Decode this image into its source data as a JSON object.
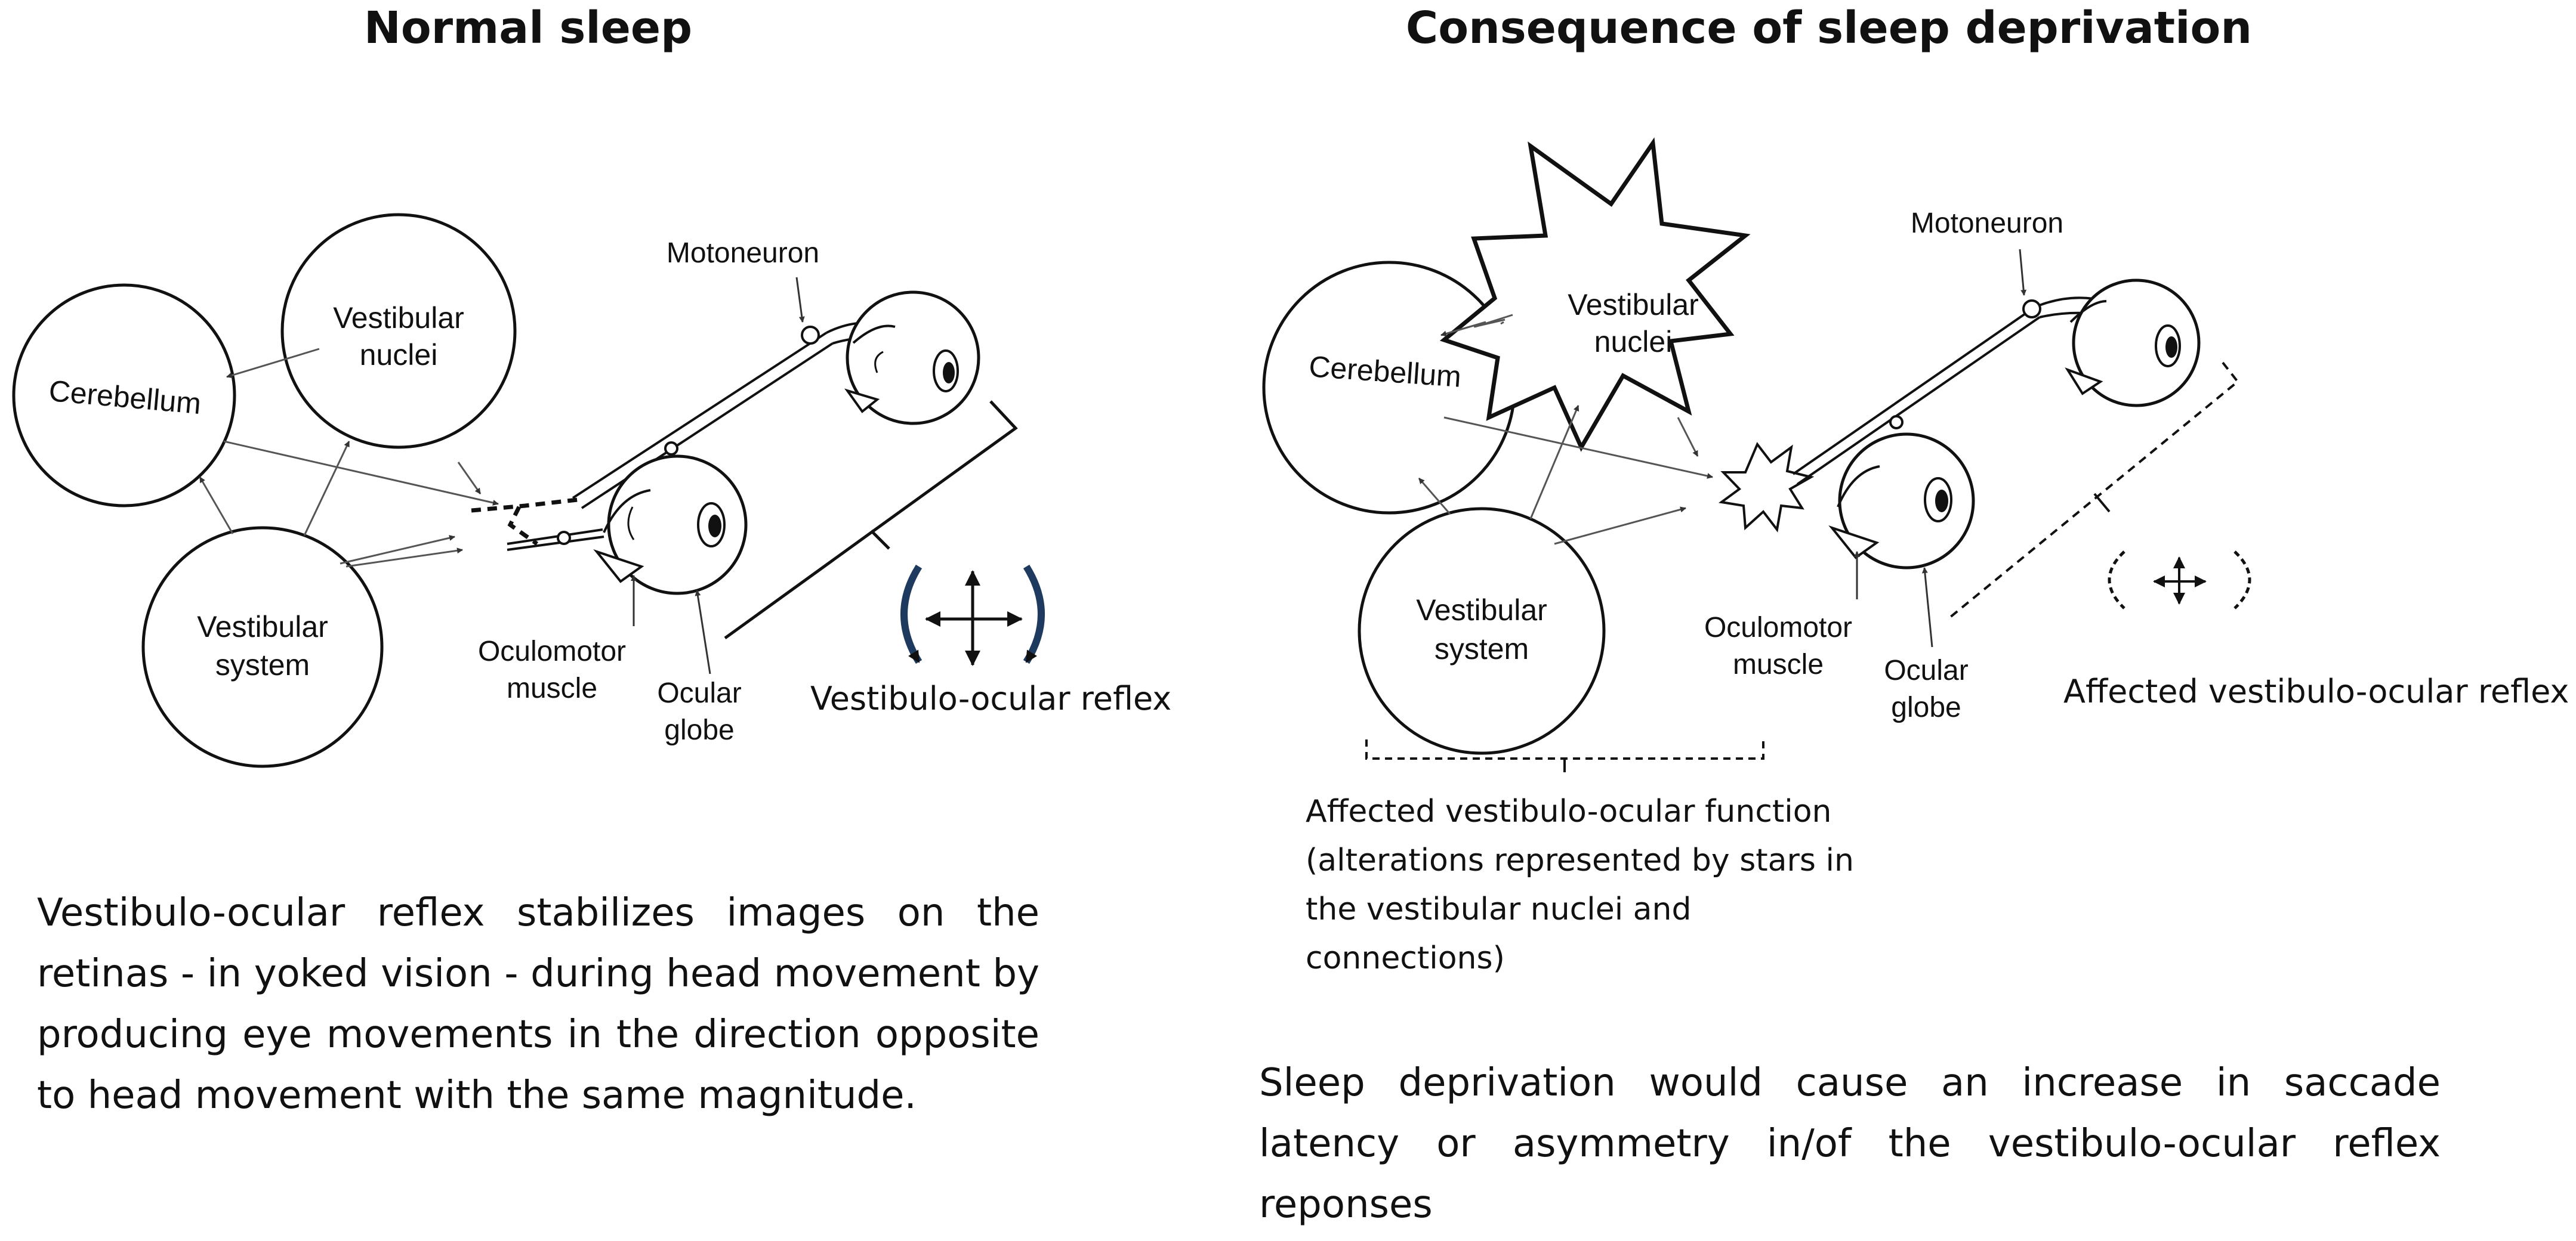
{
  "left_panel": {
    "title": "Normal sleep",
    "labels": {
      "cerebellum": "Cerebellum",
      "vestibular_nuclei_1": "Vestibular",
      "vestibular_nuclei_2": "nuclei",
      "vestibular_system_1": "Vestibular",
      "vestibular_system_2": "system",
      "motoneuron": "Motoneuron",
      "oculomotor_1": "Oculomotor",
      "oculomotor_2": "muscle",
      "ocular_1": "Ocular",
      "ocular_2": "globe",
      "reflex": "Vestibulo-ocular reflex"
    },
    "caption": "Vestibulo-ocular reflex stabilizes images on the retinas - in yoked vision - during head movement by producing eye movements in the direction opposite to head movement with the same magnitude."
  },
  "right_panel": {
    "title": "Consequence of sleep deprivation",
    "labels": {
      "cerebellum": "Cerebellum",
      "vestibular_nuclei_1": "Vestibular",
      "vestibular_nuclei_2": "nuclei",
      "vestibular_system_1": "Vestibular",
      "vestibular_system_2": "system",
      "motoneuron": "Motoneuron",
      "oculomotor_1": "Oculomotor",
      "oculomotor_2": "muscle",
      "ocular_1": "Ocular",
      "ocular_2": "globe",
      "reflex": "Affected vestibulo-ocular reflex"
    },
    "function_note": [
      "Affected vestibulo-ocular function",
      "(alterations represented by stars in",
      "the vestibular nuclei and",
      "connections)"
    ],
    "caption": "Sleep deprivation would cause an increase in saccade latency or asymmetry in/of the vestibulo-ocular reflex reponses"
  },
  "colors": {
    "ink": "#111111",
    "thin_line": "#555555",
    "background": "#ffffff"
  }
}
